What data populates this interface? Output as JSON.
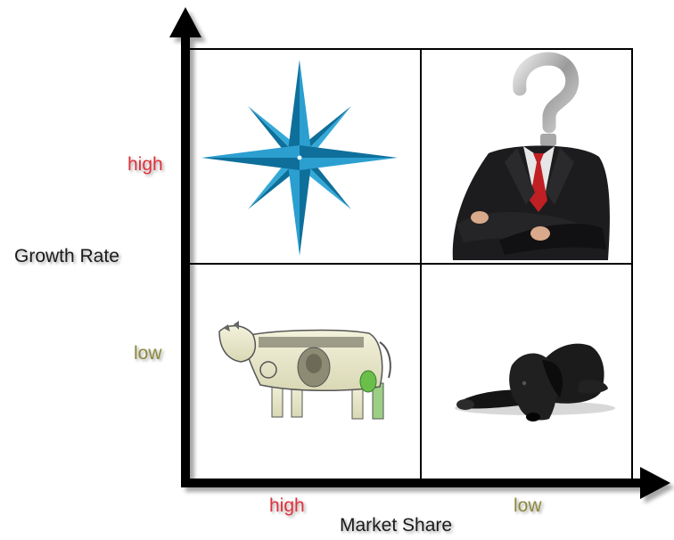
{
  "diagram": {
    "y_axis": {
      "title": "Growth Rate",
      "high_label": "high",
      "low_label": "low"
    },
    "x_axis": {
      "title": "Market Share",
      "high_label": "high",
      "low_label": "low"
    },
    "quadrants": [
      {
        "position": "top-left",
        "icon": "compass-star-icon",
        "meaning": ""
      },
      {
        "position": "top-right",
        "icon": "question-mark-businessman-icon",
        "meaning": ""
      },
      {
        "position": "bottom-left",
        "icon": "dollar-cow-icon",
        "meaning": ""
      },
      {
        "position": "bottom-right",
        "icon": "lying-dog-icon",
        "meaning": ""
      }
    ]
  },
  "colors": {
    "high": "#e0303a",
    "low": "#8c8a3c",
    "star": "#1e93c4",
    "star_dark": "#0e6f99",
    "axis": "#000000",
    "grid": "#000000"
  }
}
